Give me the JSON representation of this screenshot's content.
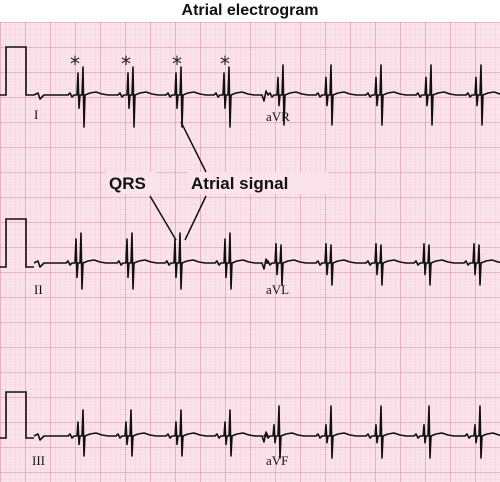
{
  "title": "Atrial electrogram",
  "leads": [
    {
      "left": "I",
      "right": "aVR"
    },
    {
      "left": "II",
      "right": "aVL"
    },
    {
      "left": "III",
      "right": "aVF"
    }
  ],
  "asterisk_symbol": "*",
  "annotations": {
    "qrs": "QRS",
    "atrial_signal": "Atrial signal"
  },
  "colors": {
    "grid_minor": "#f2c6d6",
    "grid_major": "#d88aa6",
    "background": "#fbe3ec",
    "trace": "#111111"
  }
}
